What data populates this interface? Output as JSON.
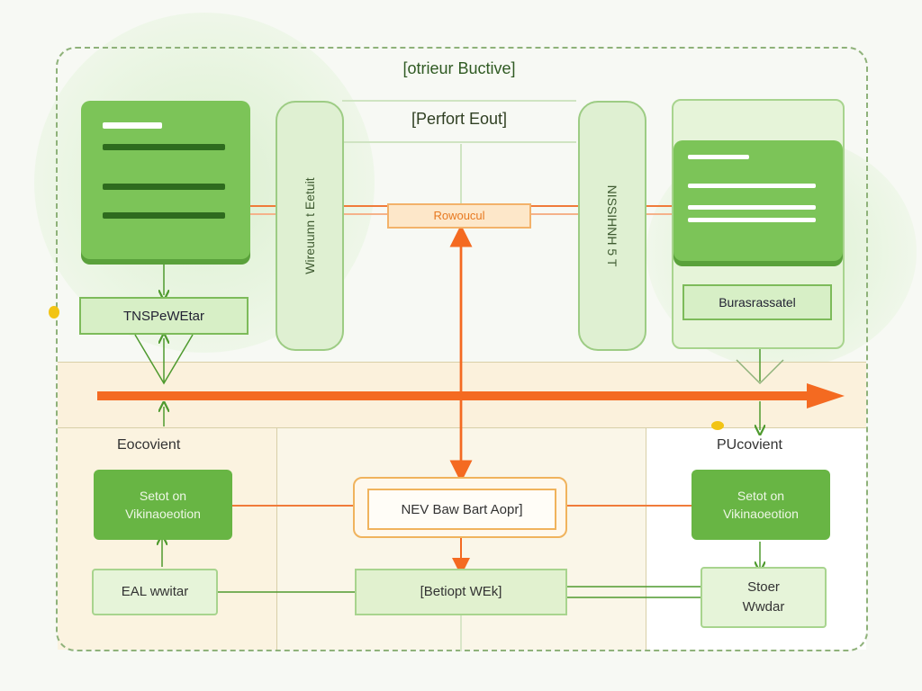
{
  "diagram": {
    "title": "[otrieur Buctive]",
    "subtitle": "[Perfort Eout]",
    "center_label": "Rowoucul",
    "left_pill_label": "Wireuunn t Eetuit",
    "right_pill_label": "NISSIHNH 5 T",
    "left_tag": "TNSPeWEtar",
    "right_tag": "Burasrassatel",
    "left_zone_title": "Eocovient",
    "right_zone_title": "PUcovient",
    "left_button": {
      "line1": "Setot on",
      "line2": "Vikinaoeotion"
    },
    "right_button": {
      "line1": "Setot on",
      "line2": "Vikinaoeotion"
    },
    "center_box_label": "NEV Baw Bart Aopr]",
    "left_bottom_box": "EAL wwitar",
    "mid_bottom_box": "[Betiopt WEk]",
    "right_bottom_box": {
      "line1": "Stoer",
      "line2": "Wwdar"
    },
    "colors": {
      "frame": "#8fb27a",
      "green_card": "#7cc458",
      "green_dark": "#5aa13b",
      "orange_arrow": "#f46a21",
      "band": "#fbf1dc"
    }
  }
}
